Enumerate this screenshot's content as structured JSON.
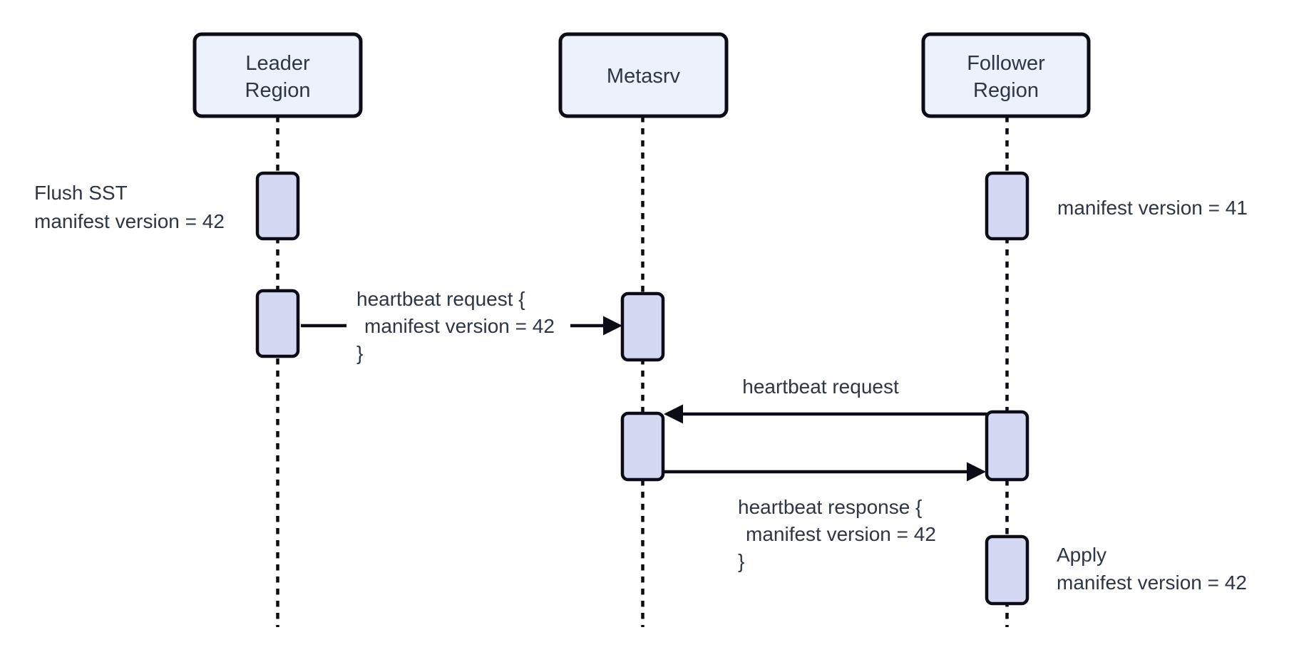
{
  "diagram_type": "sequence-diagram",
  "colors": {
    "background": "#ffffff",
    "participant_fill": "#edf1fb",
    "activation_fill": "#d4d8f2",
    "stroke": "#0c0c16",
    "text": "#2e3644"
  },
  "participants": {
    "leader": {
      "line1": "Leader",
      "line2": "Region"
    },
    "metasrv": {
      "label": "Metasrv"
    },
    "follower": {
      "line1": "Follower",
      "line2": "Region"
    }
  },
  "notes": {
    "flush": {
      "line1": "Flush SST",
      "line2": "manifest version = 42"
    },
    "follower_version": {
      "label": "manifest version = 41"
    },
    "apply": {
      "line1": "Apply",
      "line2": "manifest version = 42"
    }
  },
  "messages": {
    "leader_heartbeat_request": {
      "line1": "heartbeat request {",
      "line2": "manifest version = 42",
      "line3": "}"
    },
    "follower_heartbeat_request": {
      "label": "heartbeat request"
    },
    "heartbeat_response": {
      "line1": "heartbeat response {",
      "line2": "manifest version = 42",
      "line3": "}"
    }
  }
}
